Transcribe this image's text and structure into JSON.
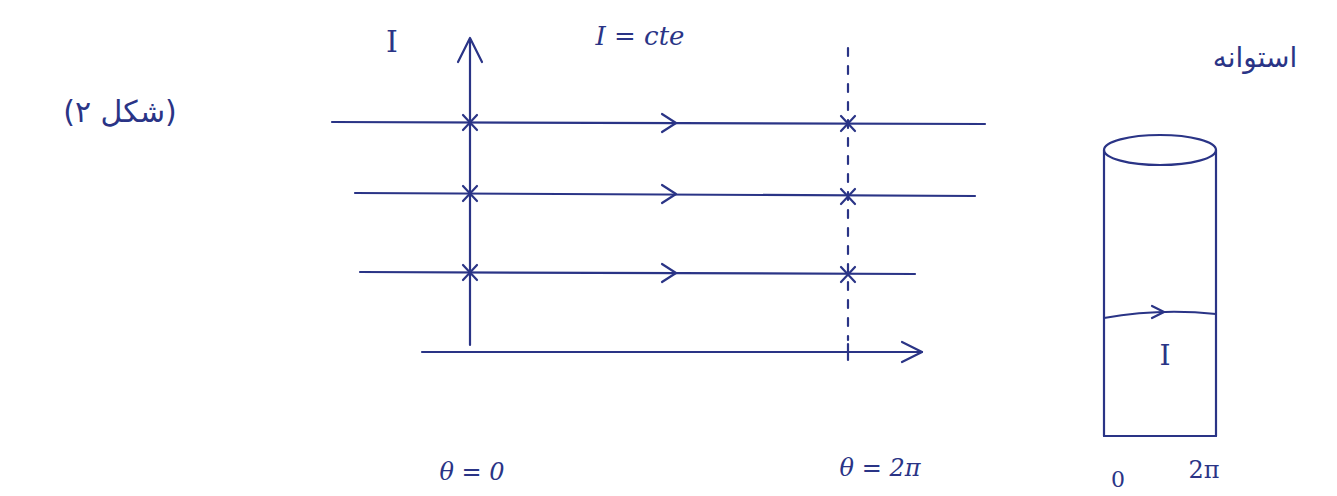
{
  "diagram": {
    "labels": [
      "I",
      "I = cte",
      "(شکل ۲)",
      "استوانه",
      "I",
      "θ = 0",
      "θ = 2π",
      "0",
      "2π"
    ]
  }
}
